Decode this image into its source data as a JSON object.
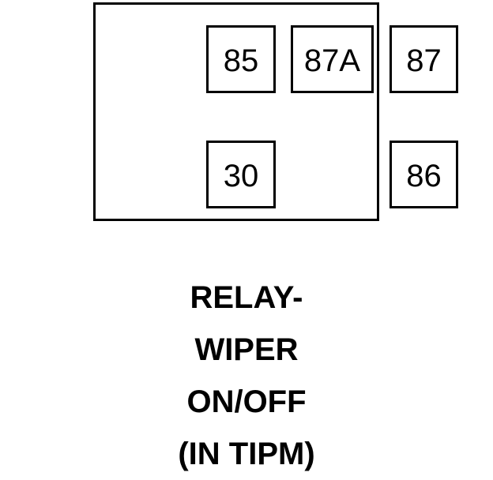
{
  "diagram": {
    "type": "automotive-relay-pinout",
    "component_name": "RELAY-WIPER ON/OFF",
    "body": {
      "shape": "rectangle",
      "stroke_color": "#000000",
      "fill_color": "#ffffff"
    },
    "pins": [
      {
        "id": "pin-85",
        "label": "85",
        "row": "top",
        "column": "left"
      },
      {
        "id": "pin-87a",
        "label": "87A",
        "row": "top",
        "column": "center"
      },
      {
        "id": "pin-87",
        "label": "87",
        "row": "top",
        "column": "right"
      },
      {
        "id": "pin-30",
        "label": "30",
        "row": "bottom",
        "column": "left"
      },
      {
        "id": "pin-86",
        "label": "86",
        "row": "bottom",
        "column": "right"
      }
    ],
    "caption": {
      "lines": [
        "RELAY-",
        "WIPER",
        "ON/OFF",
        "(IN TIPM)"
      ]
    }
  }
}
